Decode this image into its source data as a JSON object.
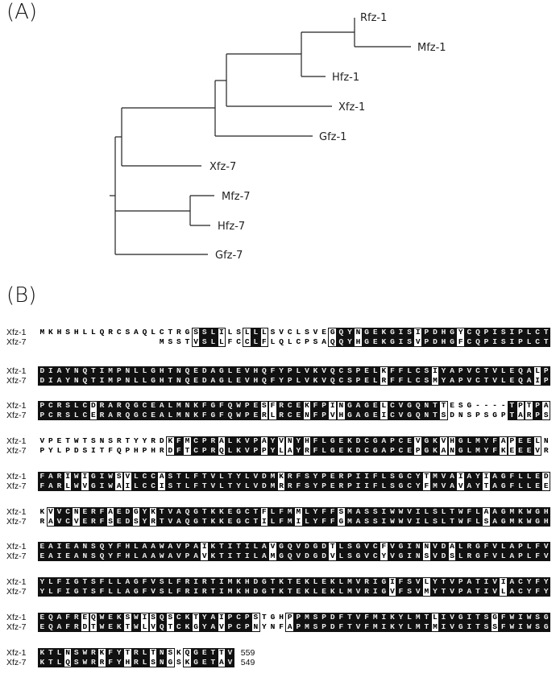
{
  "panel_a": {
    "label": "(A)",
    "leaves": [
      "Rfz-1",
      "Mfz-1",
      "Hfz-1",
      "Xfz-1",
      "Gfz-1",
      "Xfz-7",
      "Mfz-7",
      "Hfz-7",
      "Gfz-7"
    ],
    "topology": "((((((Rfz-1,Mfz-1),Hfz-1),Xfz-1),Gfz-1),Xfz-7),((Mfz-7,Hfz-7),Gfz-7))"
  },
  "panel_b": {
    "label": "(B)",
    "seq_names": [
      "Xfz-1",
      "Xfz-7"
    ],
    "blocks": [
      [
        "MKHSHLLQRCSAQLCTRGSSLILSLLLSVCLSVEGQYNGEKGISIPDHGYCQPISIPLCT",
        "              MSSTVSLLFCCLFLQLCPSAQQYHGEKGISVPDHGFCQPISIPLCT"
      ],
      [
        "DIAYNQTIMPNLLGHTNQEDAGLEVHQFYPLVKVQCSPELKFFLCSIYAPVCTVLEQALP",
        "DIAYNQTIMPNLLGHTNQEDAGLEVHQFYPLVKVQCSPELRFFLCSMYAPVCTVLEQAIP"
      ],
      [
        "PCRSLCDRARQGCEALMNKFGFQWPESFRCEKFPINGAGELCVGQNTTESG----TPTPA",
        "PCRSLCERARQGCEALMNKFGFQWPERLRCENFPVHGAGEICVGQNTSDNSPSGPTARPS"
      ],
      [
        "VPETWTSNSRTYYRDKFMCPRALKVPAYVNYHFLGEKDCGAPCEVGKVHGLMYFAPEELN",
        "PYLPDSITFQPHPHRDFTCPRQLKVPPYLAYRFLGEKDCGAPCEPGKANGLMYFKEEEVR"
      ],
      [
        "FARIWIGIWSVLCCASTLFTVLTYLVDMKRFSYPERPIIFLSGCYTMVAIAYIAGFLLED",
        "FARLWVGIWAILCCISTLFTVLTYLVDMRRFSYPERPIIFLSGCYFMVAVAYTAGFLLEE"
      ],
      [
        "KVVCNERFAEDGYKTVAQGTKKEGCTFLFMMLYFFSMASSIWWVILSLTWFLAAGMKWGH",
        "RAVCVERFSEDSYRTVAQGTKKEGCTILFMILYFFGMASSIWWVILSLTWFLSAGMKWGH"
      ],
      [
        "EAIEANSQYFHLAAWAVPAIKTITILAVGQVDGDTLSGVCFVGINNVDALRGFVLAPLFV",
        "EAIEANSQYFHLAAWAVPAVKTITILAMGQVDGDVLSGVCYVGINSVDSLRGFVLAPLFV"
      ],
      [
        "YLFIGTSFLLAGFVSLFRIRTIMKHDGTKTEKLEKLMVRIGIFSVLYTVPATIVIACYFY",
        "YLFIGTSFLLAGFVSLFRIRTIMKHDGTKTEKLEKLMVRIGVFSVMYTVPATIVLACYFY"
      ],
      [
        "EQAFREQWEKSWISQSCKTYAIPCPSTGHPPMSPDFTVFMIKYLMTLIVGITSGFWIWSG",
        "EQAFRDTWEKTWLVQTCKGYAVPCPNYNFAPMSPDFTVFMIKYLMTMIVGITSSFWIWSG"
      ],
      [
        "KTLNSWRKFYTRLTNSKQGETTV",
        "KTLQSWRRFYHRLSNGSKGETAV"
      ]
    ],
    "lengths": [
      "559",
      "549"
    ],
    "colors": {
      "identical_bg": "#111111",
      "identical_fg": "#ffffff"
    }
  }
}
